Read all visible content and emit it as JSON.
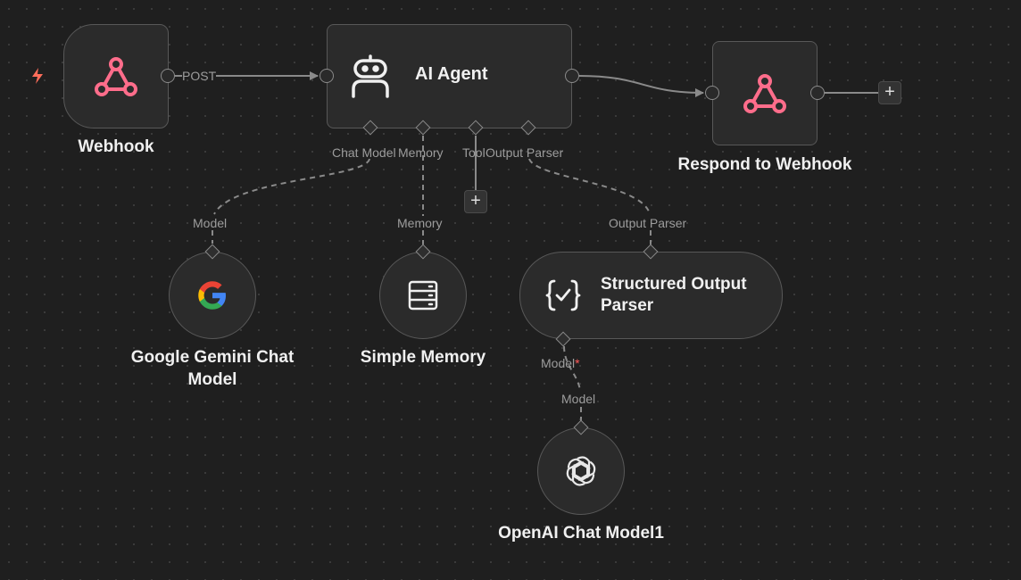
{
  "colors": {
    "canvas": "#1f1f1f",
    "node_bg": "#2b2b2b",
    "node_border": "#585858",
    "webhook_icon": "#ff6d8b",
    "trigger_bolt": "#ff6d5a",
    "edge": "#8a8a8a",
    "required_star": "#ff5a5a"
  },
  "nodes": {
    "webhook": {
      "title": "Webhook",
      "icon": "webhook-icon",
      "output_label": "POST"
    },
    "ai_agent": {
      "title": "AI Agent",
      "icon": "robot-icon",
      "ports": {
        "chat_model": "Chat Model",
        "memory": "Memory",
        "tool": "Tool",
        "output_parser": "Output Parser"
      }
    },
    "respond": {
      "title": "Respond to Webhook",
      "icon": "webhook-icon"
    },
    "gemini": {
      "title": "Google Gemini Chat Model",
      "icon": "google-icon",
      "port_label": "Model"
    },
    "memory": {
      "title": "Simple Memory",
      "icon": "database-icon",
      "port_label": "Memory"
    },
    "parser": {
      "title": "Structured Output Parser",
      "icon": "json-check-icon",
      "port_label": "Output Parser",
      "sub_port_label": "Model",
      "sub_port_required": "*"
    },
    "openai": {
      "title": "OpenAI Chat Model1",
      "icon": "openai-icon",
      "port_label": "Model"
    }
  },
  "buttons": {
    "add_symbol": "+"
  }
}
